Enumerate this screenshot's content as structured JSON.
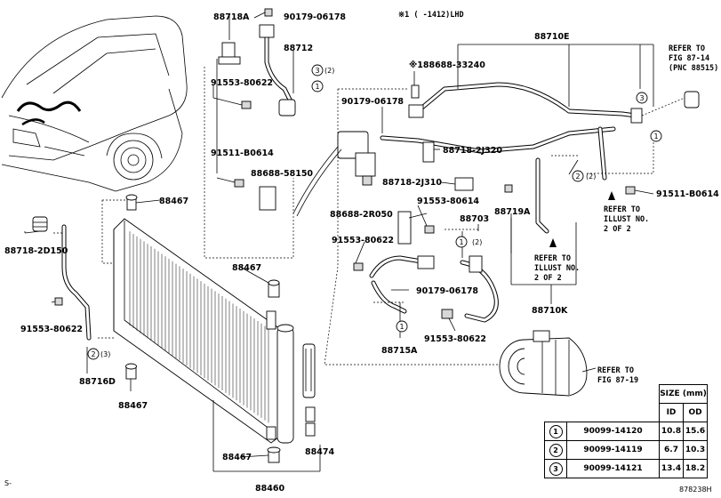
{
  "header_note": "※1 (    -1412)LHD",
  "labels": {
    "p88718A": "88718A",
    "p90179_06178_top": "90179-06178",
    "p88712": "88712",
    "p88712_note": "(2)",
    "p91553_80622_a": "91553-80622",
    "p91511_B0614_a": "91511-B0614",
    "p88688_58150": "88688-58150",
    "p88467_a": "88467",
    "p88718_2D150": "88718-2D150",
    "p91553_80622_b": "91553-80622",
    "p88716D_note": "(3)",
    "p88716D": "88716D",
    "p88467_b": "88467",
    "p88467_c": "88467",
    "p88467_d": "88467",
    "p88460": "88460",
    "p88474": "88474",
    "p88710E": "88710E",
    "p88688_33240": "※188688-33240",
    "p90179_06178_mid": "90179-06178",
    "p88718_2J320": "88718-2J320",
    "p88718_2J310": "88718-2J310",
    "p91553_80614": "91553-80614",
    "p88688_2R050": "88688-2R050",
    "p88703": "88703",
    "p88703_note": "(2)",
    "p91553_80622_c": "91553-80622",
    "p90179_06178_low": "90179-06178",
    "p91553_80622_d": "91553-80622",
    "p88715A": "88715A",
    "p88719A": "88719A",
    "p88710K": "88710K",
    "p91511_B0614_b": "91511-B0614",
    "p88710E_note": "(2)",
    "refer_fig_87_14": [
      "REFER TO",
      "FIG 87-14",
      "(PNC 88515)"
    ],
    "refer_illust_a": [
      "REFER TO",
      "ILLUST NO.",
      "2 OF 2"
    ],
    "refer_illust_b": [
      "REFER TO",
      "ILLUST NO.",
      "2 OF 2"
    ],
    "refer_fig_87_19": [
      "REFER TO",
      "FIG 87-19"
    ]
  },
  "size_table": {
    "title": "SIZE (mm)",
    "col_id": "ID",
    "col_od": "OD",
    "rows": [
      {
        "mark": "1",
        "part": "90099-14120",
        "id": "10.8",
        "od": "15.6"
      },
      {
        "mark": "2",
        "part": "90099-14119",
        "id": "6.7",
        "od": "10.3"
      },
      {
        "mark": "3",
        "part": "90099-14121",
        "id": "13.4",
        "od": "18.2"
      }
    ]
  },
  "footer_left": "S-",
  "footer_right": "878238H"
}
